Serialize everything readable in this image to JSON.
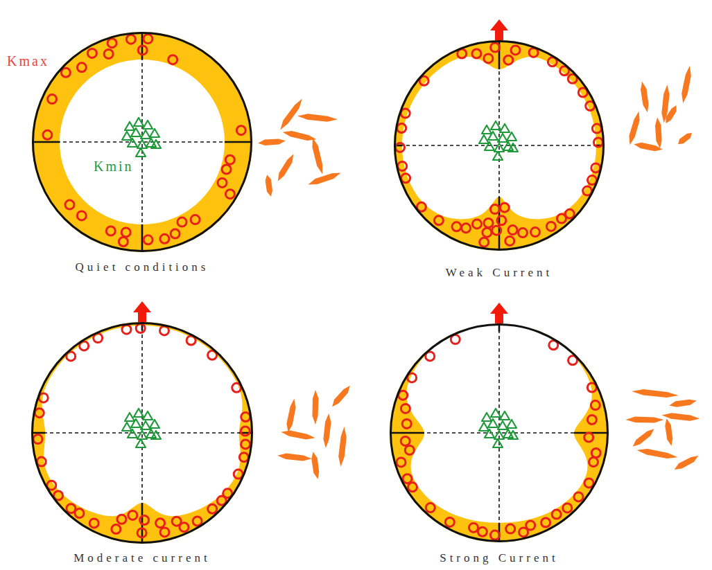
{
  "diagram": {
    "nodes": [
      {
        "text": [
          "Quiet conditions",
          "Kmin"
        ]
      },
      {
        "text": [
          "Weak Current"
        ]
      },
      {
        "text": [
          "Moderate current"
        ]
      },
      {
        "text": [
          "Strong Current"
        ]
      }
    ],
    "labels": [
      "Kmax"
    ]
  }
}
